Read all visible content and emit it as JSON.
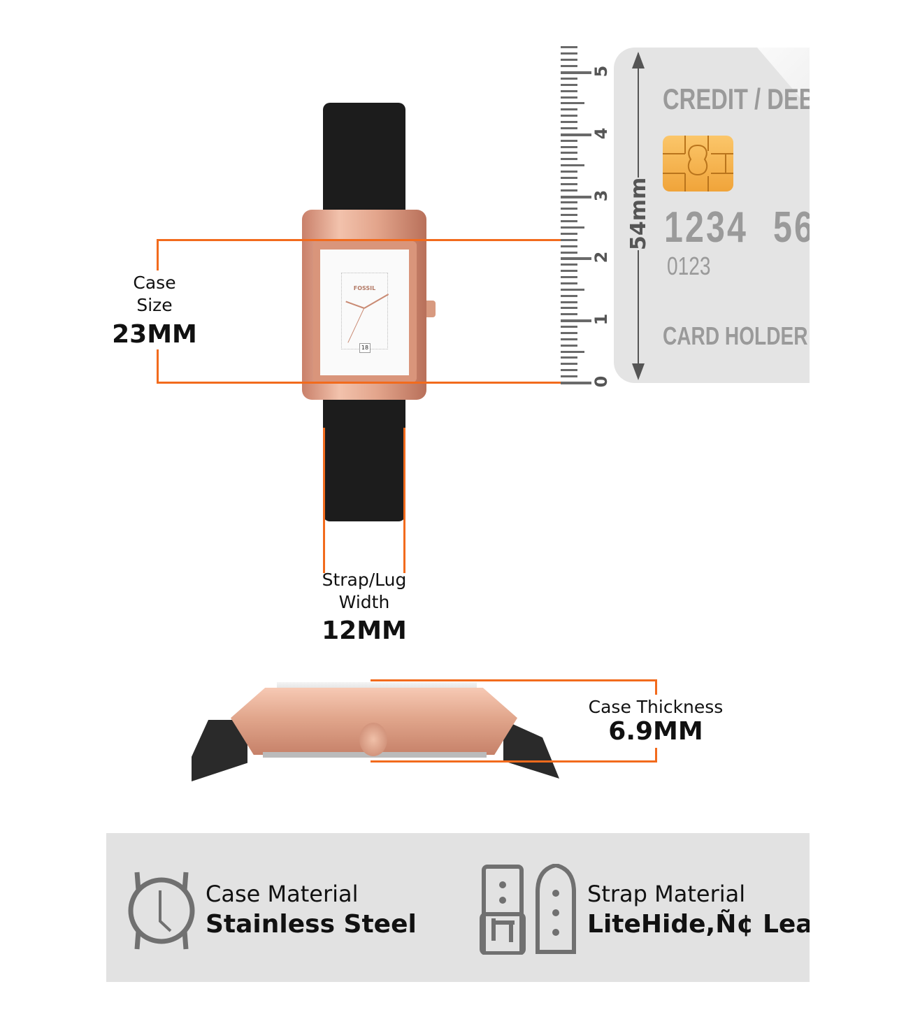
{
  "case_size": {
    "label_line1": "Case",
    "label_line2": "Size",
    "value": "23MM"
  },
  "strap_width": {
    "label_line1": "Strap/Lug",
    "label_line2": "Width",
    "value": "12MM"
  },
  "case_thickness": {
    "label": "Case Thickness",
    "value": "6.9MM"
  },
  "watch": {
    "brand": "FOSSIL",
    "date": "18"
  },
  "ruler": {
    "labels": [
      "0",
      "1",
      "2",
      "3",
      "4",
      "5"
    ],
    "unit": "cm"
  },
  "card": {
    "title": "CREDIT / DEBIT C",
    "number_group1": "1234",
    "number_group2": "56",
    "small_number": "0123",
    "holder": "CARD HOLDER NAME",
    "height_label": "54mm"
  },
  "specs": [
    {
      "icon": "watch-icon",
      "title": "Case Material",
      "value": "Stainless Steel"
    },
    {
      "icon": "strap-icon",
      "title": "Strap Material",
      "value": "LiteHide,Ñ¢ Leather"
    }
  ],
  "colors": {
    "accent": "#f26b1d",
    "rose_gold": "#e0a48a",
    "strap": "#1c1c1c",
    "card": "#e4e4e4",
    "panel": "#e2e2e2"
  }
}
